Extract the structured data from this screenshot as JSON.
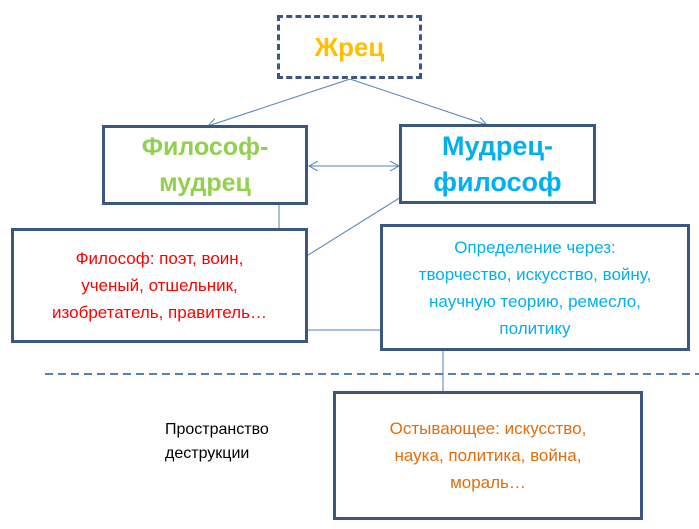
{
  "nodes": {
    "priest": {
      "label": "Жрец",
      "color": "#ffc000"
    },
    "philosopher_sage": {
      "label": "Философ-\nмудрец",
      "color": "#92d050"
    },
    "sage_philosopher": {
      "label": "Мудрец-\nфилософ",
      "color": "#00b0f0"
    },
    "philosopher_roles": {
      "label": "Философ: поэт, воин,\nученый, отшельник,\nизобретатель, правитель…",
      "color": "#ff0000"
    },
    "definition": {
      "label": "Определение через:\nтворчество, искусство, войну,\nнаучную теорию, ремесло,\nполитику",
      "color": "#00b0f0"
    },
    "cooling": {
      "label": "Остывающее: искусство,\nнаука, политика, война,\nмораль…",
      "color": "#e46c0a"
    }
  },
  "space_label": "Пространство\nдеструкции",
  "colors": {
    "border": "#3b5680",
    "arrow": "#4f81bd"
  }
}
